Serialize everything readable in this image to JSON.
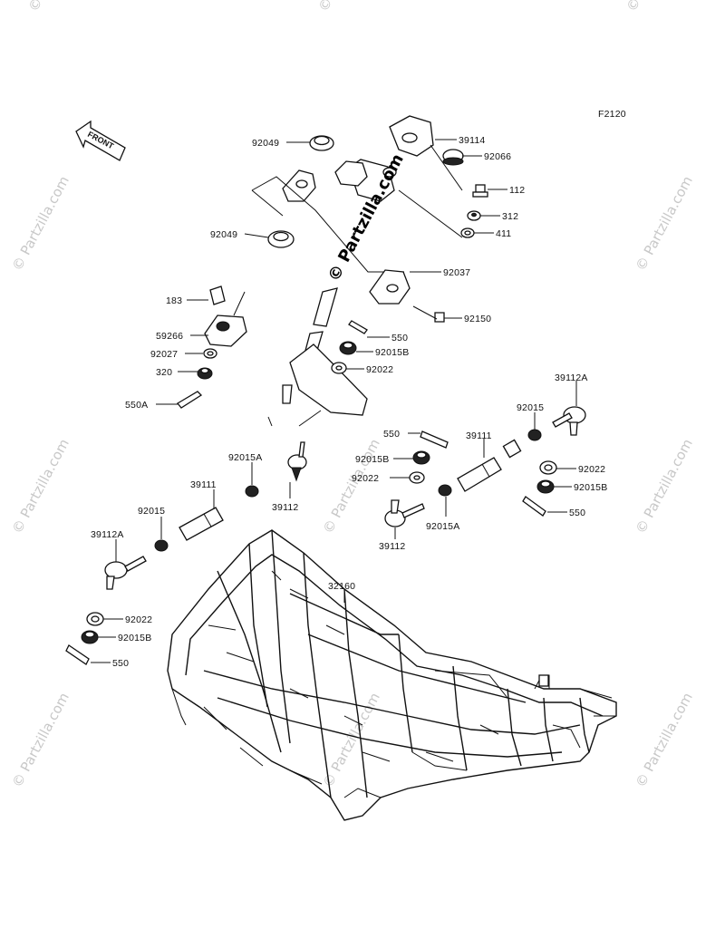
{
  "figure_code": "F2120",
  "front_arrow_label": "FRONT",
  "watermark": {
    "text": "© Partzilla.com",
    "center_text": "© Partzilla.com"
  },
  "labels": {
    "p92049_top": "92049",
    "p39114": "39114",
    "p92066": "92066",
    "p112": "112",
    "p312": "312",
    "p411": "411",
    "p92049_bot": "92049",
    "p92037": "92037",
    "p183": "183",
    "p59266": "59266",
    "p92027": "92027",
    "p320": "320",
    "p550A": "550A",
    "p92150": "92150",
    "p550_top": "550",
    "p92015B_top": "92015B",
    "p92022_top": "92022",
    "p39112A_right": "39112A",
    "p92015_right": "92015",
    "p550_mid": "550",
    "p39111_right": "39111",
    "p92015B_mid": "92015B",
    "p92022_mid": "92022",
    "p92022_right": "92022",
    "p92015B_right": "92015B",
    "p550_right": "550",
    "p92015A_right": "92015A",
    "p39112_right": "39112",
    "p92015A_left": "92015A",
    "p39111_left": "39111",
    "p39112_left": "39112",
    "p92015_left": "92015",
    "p39112A_left": "39112A",
    "p32160": "32160",
    "p92022_left": "92022",
    "p92015B_left": "92015B",
    "p550_left": "550"
  }
}
